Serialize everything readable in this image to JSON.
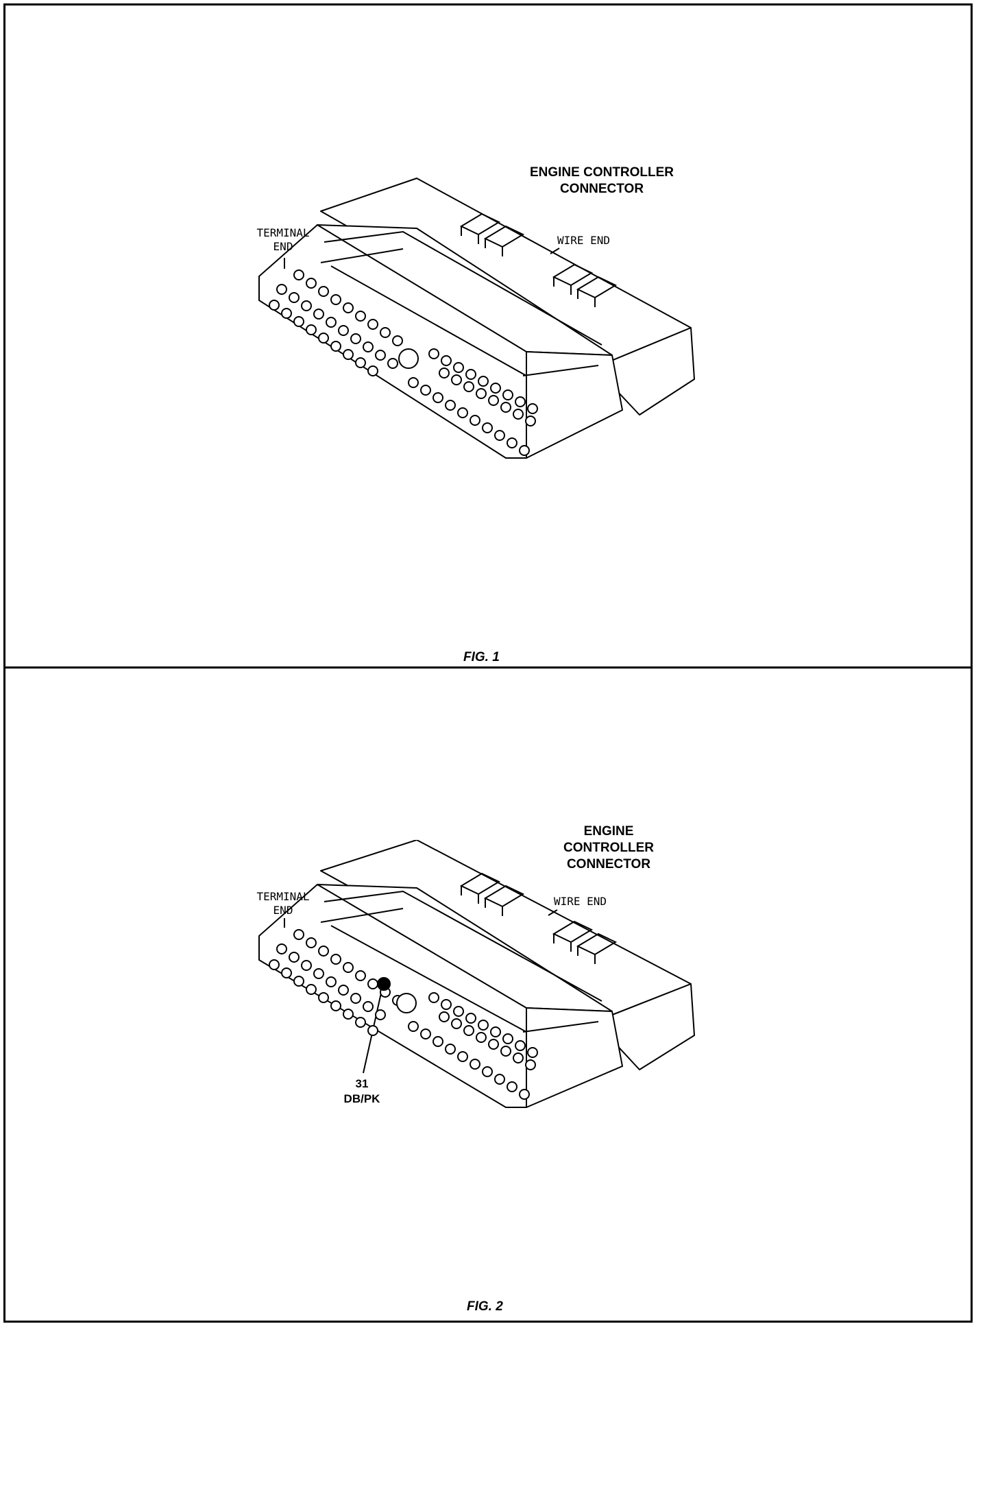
{
  "fig1": {
    "title_line1": "ENGINE CONTROLLER",
    "title_line2": "CONNECTOR",
    "terminal_line1": "TERMINAL",
    "terminal_line2": "END",
    "wire_end": "WIRE END",
    "caption": "FIG. 1"
  },
  "fig2": {
    "title_line1": "ENGINE",
    "title_line2": "CONTROLLER",
    "title_line3": "CONNECTOR",
    "terminal_line1": "TERMINAL",
    "terminal_line2": "END",
    "wire_end": "WIRE END",
    "pin_number": "31",
    "pin_color": "DB/PK",
    "caption": "FIG. 2"
  }
}
